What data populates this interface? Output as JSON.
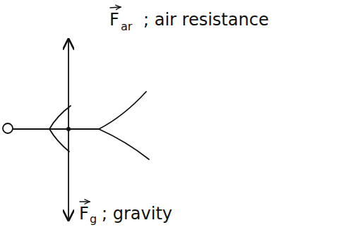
{
  "diagram": {
    "labels": [
      "F",
      "ar",
      "; air resistance",
      "F",
      "g",
      "; gravity"
    ]
  }
}
